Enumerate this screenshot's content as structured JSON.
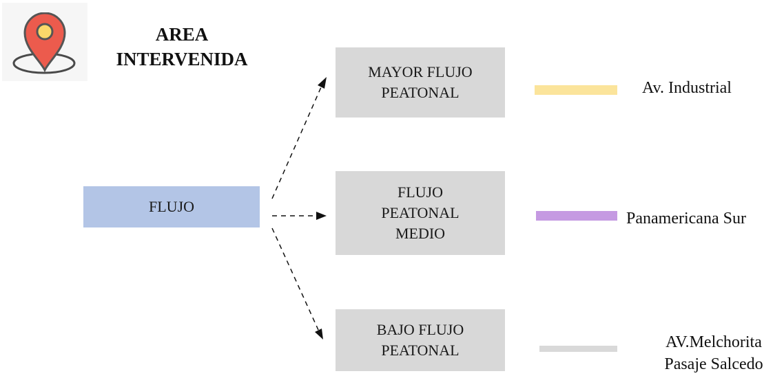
{
  "header": {
    "title_line1": "AREA",
    "title_line2": "INTERVENIDA",
    "icon": "map-pin-location-icon"
  },
  "diagram": {
    "source": {
      "label": "FLUJO"
    },
    "targets": [
      {
        "lines": [
          "MAYOR FLUJO",
          "PEATONAL"
        ]
      },
      {
        "lines": [
          "FLUJO",
          "PEATONAL",
          "MEDIO"
        ]
      },
      {
        "lines": [
          "BAJO FLUJO",
          "PEATONAL"
        ]
      }
    ]
  },
  "legend": [
    {
      "color": "#fbe49b",
      "lines": [
        "Av. Industrial"
      ]
    },
    {
      "color": "#c59ae2",
      "lines": [
        "Panamericana Sur"
      ]
    },
    {
      "color": "#d9d9d9",
      "lines": [
        "AV.Melchorita",
        "Pasaje Salcedo"
      ]
    }
  ],
  "colors": {
    "source_box": "#b3c5e6",
    "target_box": "#d8d8d8",
    "pin": "#ec5b4d",
    "pin_center": "#fbd96a",
    "arrow": "#111111"
  }
}
